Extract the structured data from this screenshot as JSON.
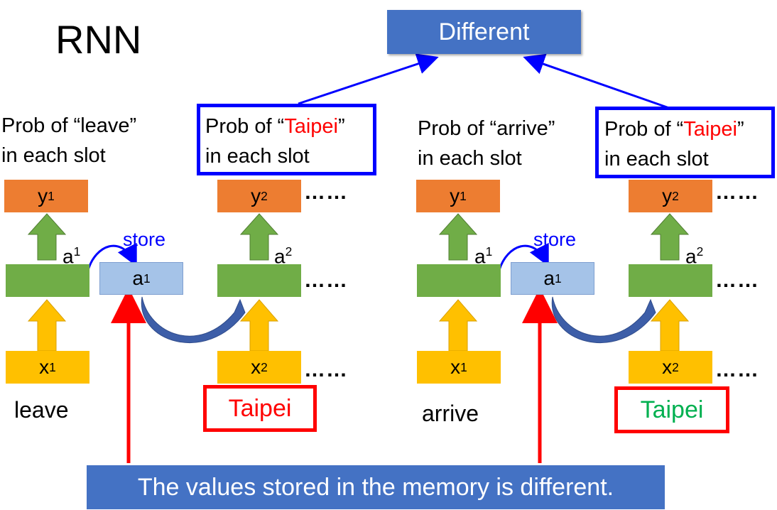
{
  "title": "RNN",
  "top_box": "Different",
  "bottom_banner": "The values stored in the memory is different.",
  "dots": "……",
  "left": {
    "prob1_line1": "Prob of “leave”",
    "prob1_line2": "in each slot",
    "prob2_prefix": "Prob of “",
    "prob2_word": "Taipei",
    "prob2_suffix": "”",
    "prob2_line2": "in each slot",
    "y1": "y",
    "y1_sup": "1",
    "y2": "y",
    "y2_sup": "2",
    "a1": "a",
    "a1_sup": "1",
    "a2": "a",
    "a2_sup": "2",
    "store": "store",
    "mem": "a",
    "mem_sup": "1",
    "x1": "x",
    "x1_sup": "1",
    "x2": "x",
    "x2_sup": "2",
    "word1": "leave",
    "word2": "Taipei"
  },
  "right": {
    "prob1_line1": "Prob of “arrive”",
    "prob1_line2": "in each slot",
    "prob2_prefix": "Prob of “",
    "prob2_word": "Taipei",
    "prob2_suffix": "”",
    "prob2_line2": "in each slot",
    "y1": "y",
    "y1_sup": "1",
    "y2": "y",
    "y2_sup": "2",
    "a1": "a",
    "a1_sup": "1",
    "a2": "a",
    "a2_sup": "2",
    "store": "store",
    "mem": "a",
    "mem_sup": "1",
    "x1": "x",
    "x1_sup": "1",
    "x2": "x",
    "x2_sup": "2",
    "word1": "arrive",
    "word2": "Taipei"
  },
  "colors": {
    "output": "#ed7d31",
    "hidden": "#70ad47",
    "memory": "#a5c3e8",
    "input": "#ffc000",
    "banner": "#4472c4",
    "highlight_red": "#ff0000",
    "highlight_green": "#00b050",
    "frame_blue": "#0000ff"
  }
}
